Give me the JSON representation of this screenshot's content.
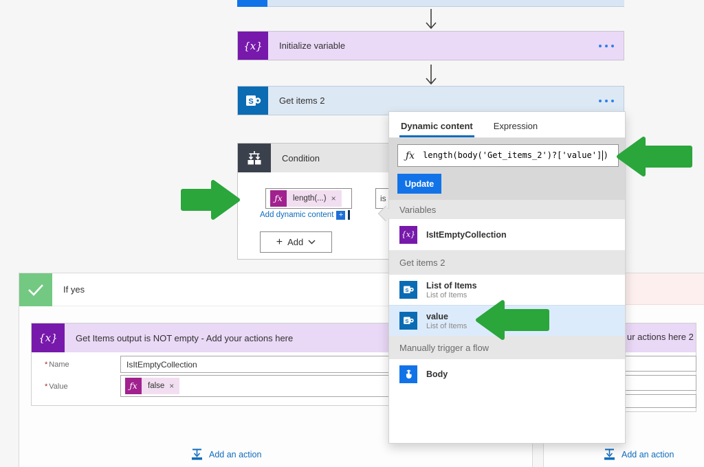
{
  "flow": {
    "initialize_variable": {
      "title": "Initialize variable"
    },
    "get_items": {
      "title": "Get items 2"
    },
    "condition": {
      "title": "Condition",
      "token_label": "length(...)",
      "token_remove": "×",
      "operator_partial": "is g",
      "add_dynamic_content_label": "Add dynamic content",
      "add_button_label": "Add",
      "add_button_plus": "+"
    },
    "if_yes": {
      "title": "If yes",
      "card_title": "Get Items output is NOT empty - Add your actions here",
      "required_marker": "*",
      "name_label": "Name",
      "name_value": "IsItEmptyCollection",
      "value_label": "Value",
      "value_token_label": "false",
      "value_token_remove": "×",
      "add_action_label": "Add an action"
    },
    "if_no": {
      "card_title_partial": "ur actions here 2",
      "add_action_label": "Add an action"
    }
  },
  "popup": {
    "tabs": {
      "dynamic_content": "Dynamic content",
      "expression": "Expression"
    },
    "expression_before_cursor": "length(body('Get_items_2')?['value']",
    "expression_after_cursor": ")",
    "update_label": "Update",
    "sections": {
      "variables": {
        "header": "Variables",
        "item_title": "IsItEmptyCollection"
      },
      "get_items": {
        "header": "Get items 2",
        "items": [
          {
            "title": "List of Items",
            "subtitle": "List of Items"
          },
          {
            "title": "value",
            "subtitle": "List of Items"
          }
        ]
      },
      "manual": {
        "header": "Manually trigger a flow",
        "item_title": "Body"
      }
    }
  },
  "icons": {
    "variable_glyph": "{x}",
    "fx_glyph": "ƒx",
    "sharepoint_glyph": "S"
  },
  "colors": {
    "accent_blue": "#1273e8",
    "link_blue": "#0f6cbd",
    "expression_magenta": "#a1218f",
    "variable_purple": "#7719ab",
    "sharepoint_blue": "#0b6bb3",
    "if_yes_green": "#73c982",
    "annotation_green": "#2aa63b"
  }
}
